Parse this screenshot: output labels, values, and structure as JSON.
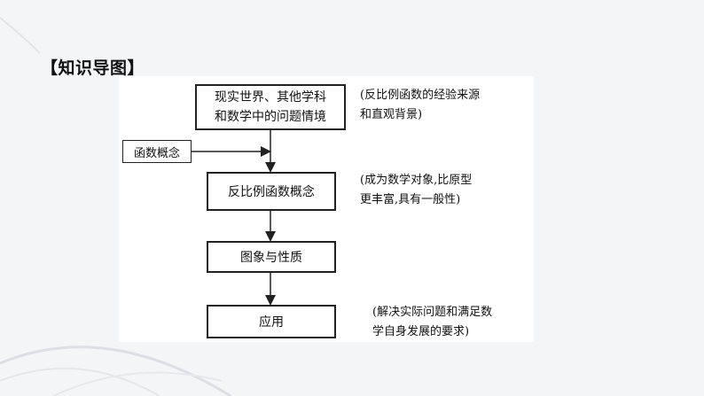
{
  "heading": "【知识导图】",
  "boxes": {
    "reality_line1": "现实世界、其他学科",
    "reality_line2": "和数学中的问题情境",
    "function_concept": "函数概念",
    "inverse_concept": "反比例函数概念",
    "graph_properties": "图象与性质",
    "application": "应用"
  },
  "notes": {
    "n1_line1": "(反比例函数的经验来源",
    "n1_line2": "和直观背景)",
    "n2_line1": "(成为数学对象,比原型",
    "n2_line2": "更丰富,具有一般性)",
    "n3_line1": "(解决实际问题和满足数",
    "n3_line2": "学自身发展的要求)"
  }
}
